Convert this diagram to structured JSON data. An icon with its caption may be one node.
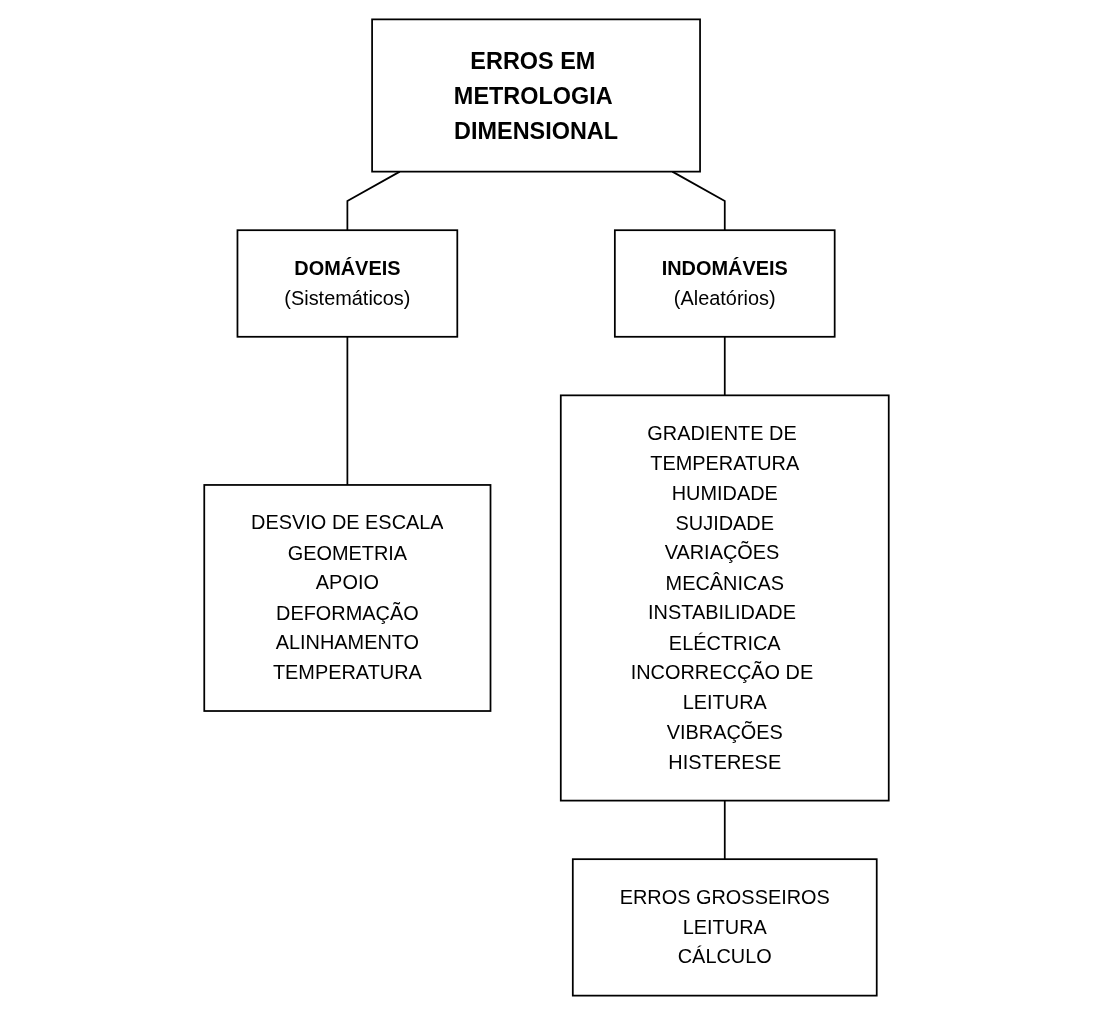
{
  "diagram": {
    "nodes": [
      {
        "text": [
          "ERROS EM METROLOGIA DIMENSIONAL"
        ]
      },
      {
        "text": [
          "DOMÁVEIS",
          "(Sistemáticos)"
        ]
      },
      {
        "text": [
          "INDOMÁVEIS",
          "(Aleatórios)"
        ]
      },
      {
        "text": [
          "DESVIO DE ESCALA",
          "GEOMETRIA",
          "APOIO",
          "DEFORMAÇÃO",
          "ALINHAMENTO",
          "TEMPERATURA"
        ]
      },
      {
        "text": [
          "GRADIENTE DE TEMPERATURA",
          "HUMIDADE",
          "SUJIDADE",
          "VARIAÇÕES MECÂNICAS",
          "INSTABILIDADE ELÉCTRICA",
          "INCORRECÇÃO DE LEITURA",
          "VIBRAÇÕES",
          "HISTERESE"
        ]
      },
      {
        "text": [
          "ERROS GROSSEIROS",
          "LEITURA",
          "CÁLCULO"
        ]
      }
    ],
    "edges": [
      {
        "from": 0,
        "to": 1,
        "arrow": "none"
      },
      {
        "from": 0,
        "to": 2,
        "arrow": "none"
      },
      {
        "from": 1,
        "to": 3,
        "arrow": "none"
      },
      {
        "from": 2,
        "to": 4,
        "arrow": "none"
      },
      {
        "from": 4,
        "to": 5,
        "arrow": "none"
      }
    ]
  }
}
